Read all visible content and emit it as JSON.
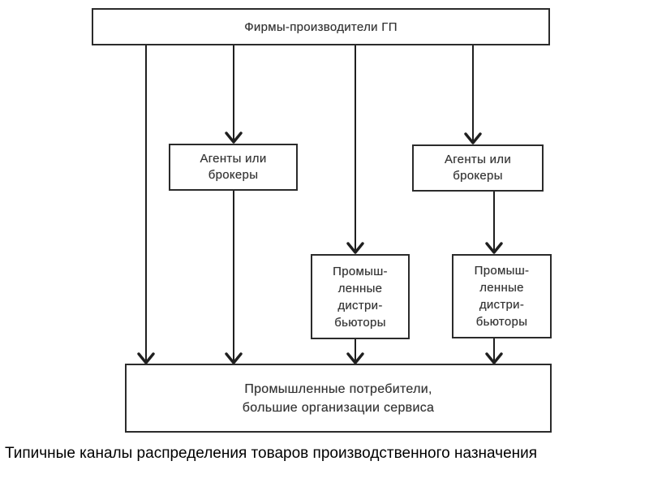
{
  "caption": "Типичные каналы распределения товаров производственного назначения",
  "nodes": {
    "producers": {
      "label": "Фирмы-производители ГП"
    },
    "agents_left": {
      "lines": [
        "Агенты или",
        "брокеры"
      ]
    },
    "agents_right": {
      "lines": [
        "Агенты или",
        "брокеры"
      ]
    },
    "distributors_left": {
      "lines": [
        "Промыш-",
        "ленные",
        "дистри-",
        "бьюторы"
      ]
    },
    "distributors_right": {
      "lines": [
        "Промыш-",
        "ленные",
        "дистри-",
        "бьюторы"
      ]
    },
    "consumers": {
      "lines": [
        "Промышленные потребители,",
        "большие организации сервиса"
      ]
    }
  },
  "edges": [
    {
      "from": "producers",
      "to": "consumers"
    },
    {
      "from": "producers",
      "to": "agents_left"
    },
    {
      "from": "agents_left",
      "to": "consumers"
    },
    {
      "from": "producers",
      "to": "distributors_left"
    },
    {
      "from": "distributors_left",
      "to": "consumers"
    },
    {
      "from": "producers",
      "to": "agents_right"
    },
    {
      "from": "agents_right",
      "to": "distributors_right"
    },
    {
      "from": "distributors_right",
      "to": "consumers"
    }
  ],
  "colors": {
    "background": "#ffffff",
    "line": "#1f1f1f",
    "box_border": "#2b2b2b",
    "box_text": "#333333",
    "caption_text": "#000000"
  }
}
